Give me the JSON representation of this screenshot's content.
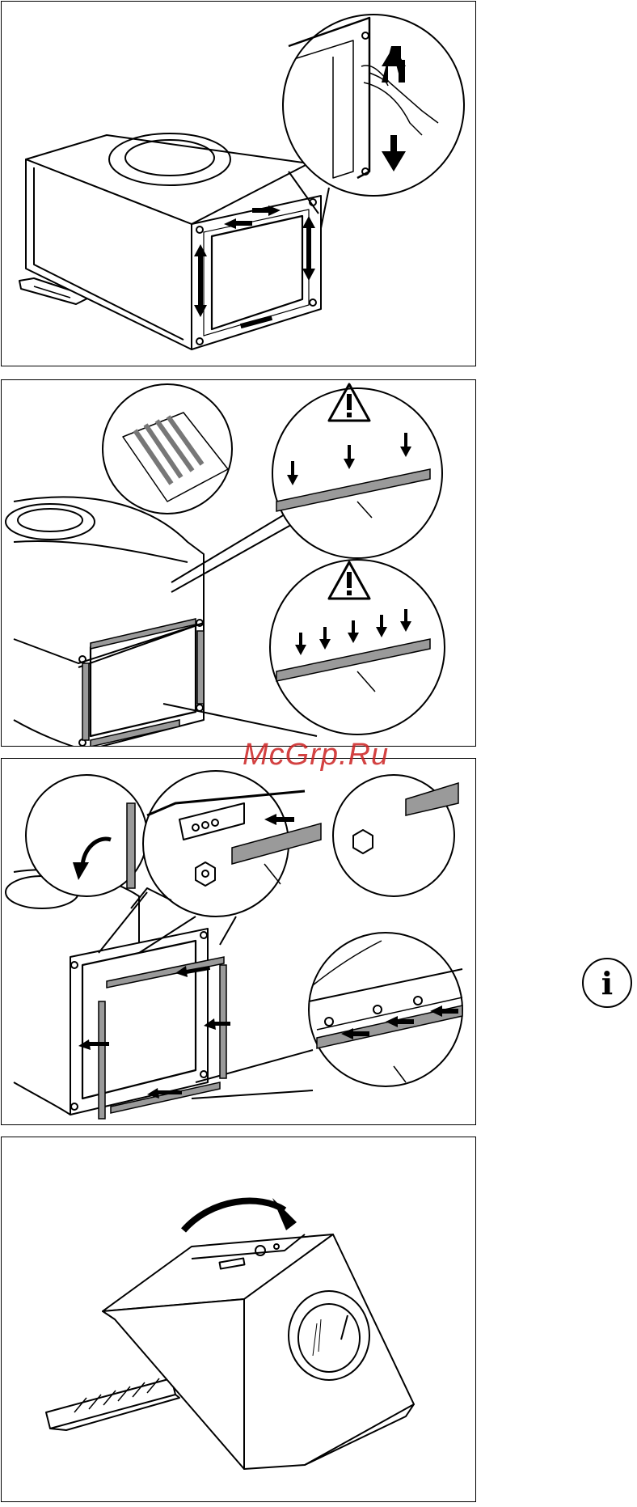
{
  "watermark": {
    "text": "McGrp.Ru"
  },
  "info_icon": {
    "glyph": "i",
    "name": "info-icon"
  },
  "panels": [
    {
      "name": "step-remove-rear-panel"
    },
    {
      "name": "step-polystyrene-strips"
    },
    {
      "name": "step-insert-strips"
    },
    {
      "name": "step-tilt-appliance"
    }
  ],
  "colors": {
    "line": "#000000",
    "strip": "#9a9a9a",
    "watermark": "#cc2222"
  }
}
